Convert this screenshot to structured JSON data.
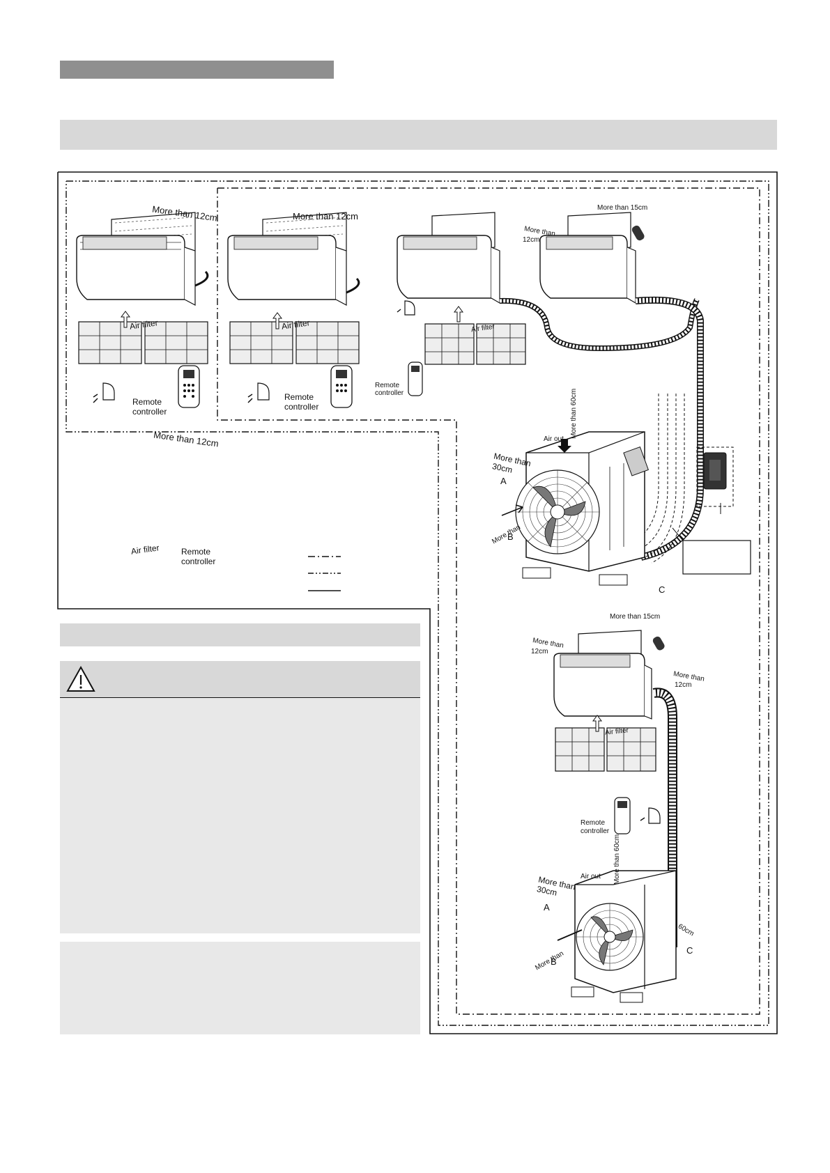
{
  "header": {
    "section_bar_color": "#8f8f8f",
    "title_bar_color": "#d8d8d8"
  },
  "diagram": {
    "labels": {
      "more_than_12cm": "More than 12cm",
      "more_than_15cm": "More than 15cm",
      "more_than": "More than",
      "cm12": "12cm",
      "cm30": "30cm",
      "cm60": "60cm",
      "more_than_60cm": "More than 60cm",
      "air_filter": "Air filter",
      "remote": "Remote",
      "controller": "controller",
      "air_out": "Air out",
      "a": "A",
      "b": "B",
      "c": "C"
    },
    "legend": {
      "line_styles": [
        "dash-dot",
        "dash-dot-dot",
        "solid"
      ]
    }
  },
  "lower_left": {
    "bar_color": "#d8d8d8",
    "warning_icon": "warning-triangle-icon",
    "panel_color": "#e8e8e8"
  }
}
